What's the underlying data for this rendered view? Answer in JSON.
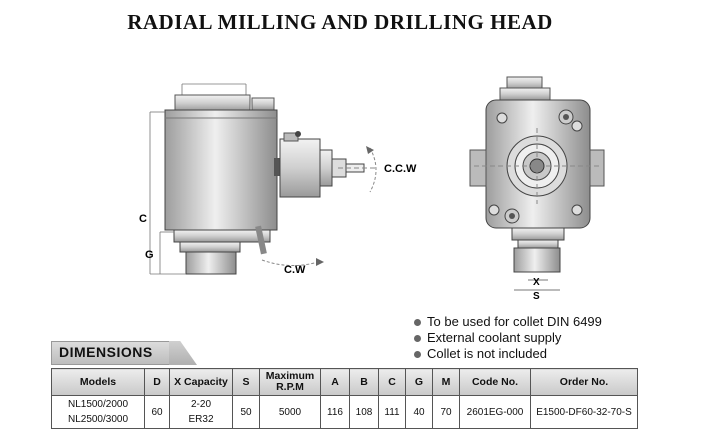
{
  "title": "RADIAL MILLING AND DRILLING HEAD",
  "drawing": {
    "label_c": "C",
    "label_g": "G",
    "label_ccw": "C.C.W",
    "label_cw": "C.W",
    "label_x": "X",
    "label_s": "S"
  },
  "notes": [
    "To be used for collet DIN 6499",
    "External coolant supply",
    "Collet is not included"
  ],
  "dimensions_heading": "DIMENSIONS",
  "table": {
    "headers": [
      "Models",
      "D",
      "X Capacity",
      "S",
      "Maximum R.P.M",
      "A",
      "B",
      "C",
      "G",
      "M",
      "Code No.",
      "Order No."
    ],
    "row": {
      "models": [
        "NL1500/2000",
        "NL2500/3000"
      ],
      "d": "60",
      "capacity": [
        "2-20",
        "ER32"
      ],
      "s": "50",
      "rpm": "5000",
      "a": "116",
      "b": "108",
      "c": "111",
      "g": "40",
      "m": "70",
      "code": "2601EG-000",
      "order": "E1500-DF60-32-70-S"
    }
  }
}
